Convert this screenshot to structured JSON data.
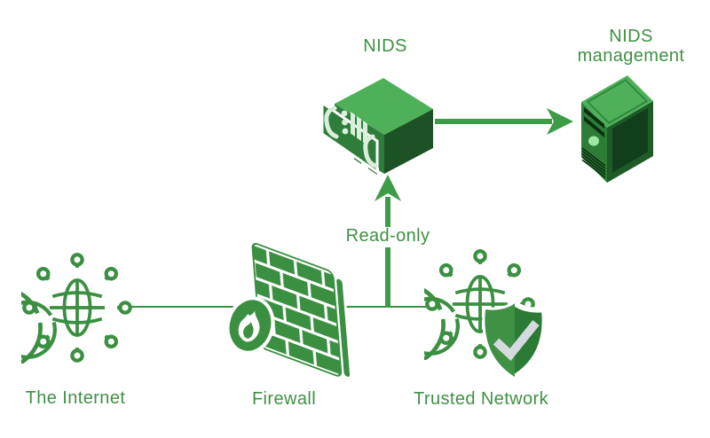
{
  "diagram": {
    "type": "network-security-diagram",
    "labels": {
      "internet": "The Internet",
      "firewall": "Firewall",
      "trusted_network": "Trusted Network",
      "nids": "NIDS",
      "nids_management_line1": "NIDS",
      "nids_management_line2": "management",
      "read_only": "Read-only"
    },
    "nodes": [
      {
        "id": "internet",
        "label": "The Internet",
        "icon": "network-globe-icon"
      },
      {
        "id": "firewall",
        "label": "Firewall",
        "icon": "brick-wall-flame-icon"
      },
      {
        "id": "trusted-network",
        "label": "Trusted Network",
        "icon": "network-globe-shield-icon"
      },
      {
        "id": "nids",
        "label": "NIDS",
        "icon": "rack-server-icon"
      },
      {
        "id": "nids-management",
        "label": "NIDS management",
        "icon": "tower-server-icon"
      }
    ],
    "edges": [
      {
        "from": "internet",
        "to": "firewall",
        "style": "plain-line"
      },
      {
        "from": "firewall",
        "to": "trusted-network",
        "style": "plain-line"
      },
      {
        "from": "firewall-trusted-link",
        "to": "nids",
        "style": "arrow-up",
        "label": "Read-only"
      },
      {
        "from": "nids",
        "to": "nids-management",
        "style": "arrow-right"
      }
    ],
    "colors": {
      "background": "#ffffff",
      "stroke_green": "#3b8f41",
      "text_green": "#3f9143",
      "arrow_green": "#3d9c47",
      "mid_green": "#4eb15a",
      "panel_green": "#2e7d3a",
      "dark_green": "#1d5226",
      "mint": "#d9efdb",
      "check_gray": "#d4dade"
    }
  }
}
